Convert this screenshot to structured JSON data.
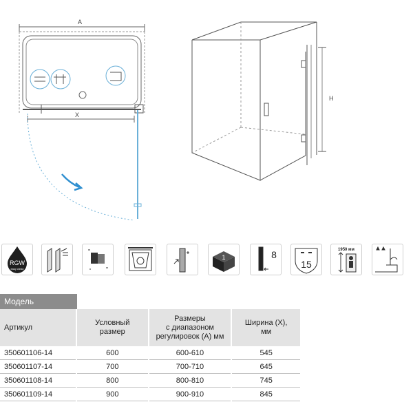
{
  "diagram": {
    "dim_a": "A",
    "dim_x": "X",
    "dim_h": "H"
  },
  "features": {
    "rgw_label": "RGW",
    "rgw_sub": "easy clean",
    "thickness_value": "8",
    "warranty_value": "15",
    "height_label": "1950 мм",
    "profile_value": "1",
    "icon_names": [
      "rgw-easy-clean-icon",
      "profile-icon",
      "hinge-icon",
      "tray-icon",
      "wall-adjust-icon",
      "box-icon",
      "glass-thickness-icon",
      "warranty-icon",
      "height-icon",
      "water-icon"
    ]
  },
  "table": {
    "tab_label": "Модель",
    "headers": [
      "Артикул",
      "Условный размер",
      "Размеры с диапазоном регулировок (А) мм",
      "Ширина (X), мм"
    ],
    "header_lines": [
      [
        "Артикул"
      ],
      [
        "Условный",
        "размер"
      ],
      [
        "Размеры",
        "с диапазоном",
        "регулировок (А) мм"
      ],
      [
        "Ширина (X),",
        "мм"
      ]
    ],
    "rows": [
      [
        "350601106-14",
        "600",
        "600-610",
        "545"
      ],
      [
        "350601107-14",
        "700",
        "700-710",
        "645"
      ],
      [
        "350601108-14",
        "800",
        "800-810",
        "745"
      ],
      [
        "350601109-14",
        "900",
        "900-910",
        "845"
      ]
    ]
  }
}
